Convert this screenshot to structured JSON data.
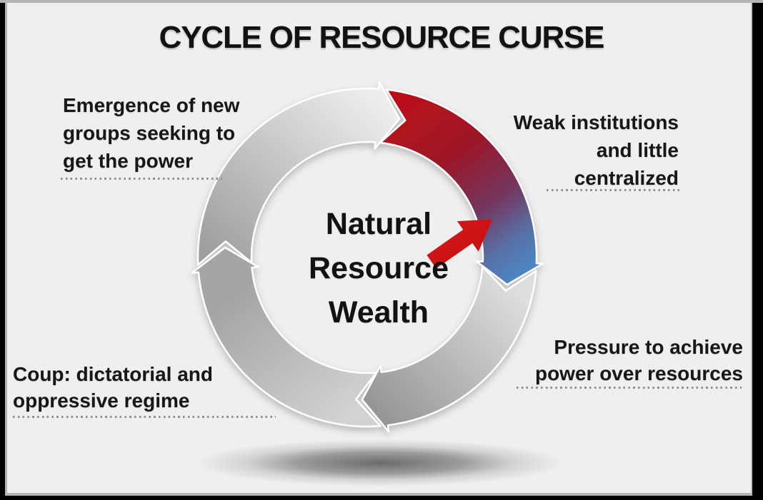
{
  "title": "CYCLE OF RESOURCE CURSE",
  "center_label": {
    "lines": [
      "Natural",
      "Resource",
      "Wealth"
    ]
  },
  "labels": {
    "top_left": {
      "lines": [
        "Emergence of new",
        "groups seeking to",
        "get the power"
      ]
    },
    "top_right": {
      "lines": [
        "Weak institutions",
        "and little",
        "centralized"
      ]
    },
    "bottom_right": {
      "lines": [
        "Pressure to achieve",
        "power over resources"
      ]
    },
    "bottom_left": {
      "lines": [
        "Coup: dictatorial and",
        "oppressive regime"
      ]
    }
  },
  "colors": {
    "background": "#efefef",
    "frame_black": "#000000",
    "frame_gray": "#b4b4b4",
    "text": "#171717",
    "dotted_line": "#8f8f8f",
    "center_arrow_red": "#c8100f",
    "ring_gradient_red": "#bb1019",
    "ring_gradient_purple": "#74355e",
    "ring_gradient_blue": "#4a8ac8",
    "ring_gray_light": "#ededed",
    "ring_gray_dark": "#9e9e9e"
  }
}
